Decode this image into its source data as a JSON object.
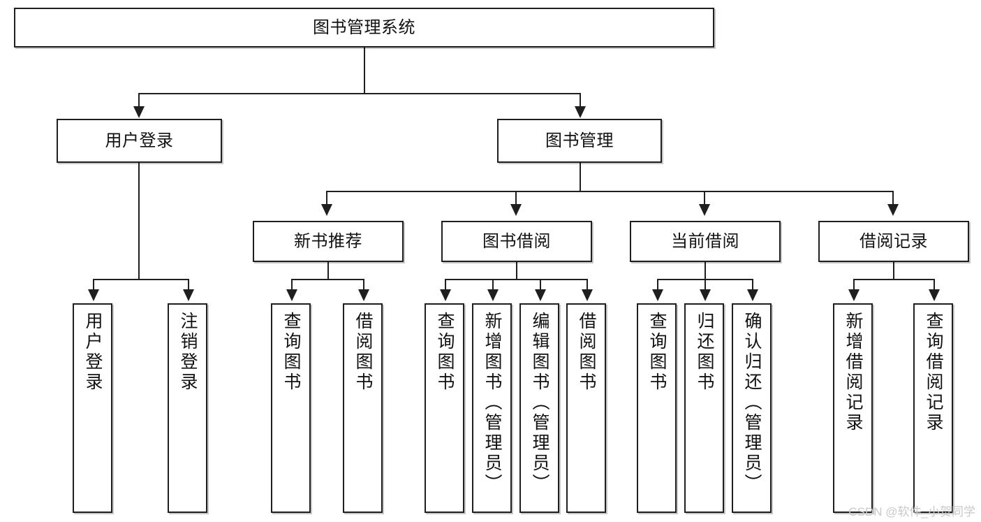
{
  "diagram": {
    "title": "图书管理系统",
    "type": "hierarchy-tree",
    "nodes": {
      "root": {
        "label": "图书管理系统"
      },
      "level2": [
        {
          "id": "user-login",
          "label": "用户登录"
        },
        {
          "id": "book-management",
          "label": "图书管理"
        }
      ],
      "level3": [
        {
          "id": "new-book-recommend",
          "label": "新书推荐"
        },
        {
          "id": "book-borrow",
          "label": "图书借阅"
        },
        {
          "id": "current-borrow",
          "label": "当前借阅"
        },
        {
          "id": "borrow-record",
          "label": "借阅记录"
        }
      ],
      "leaves": [
        {
          "id": "leaf-user-login",
          "label": "用户登录"
        },
        {
          "id": "leaf-logout-login",
          "label": "注销登录"
        },
        {
          "id": "leaf-query-book-1",
          "label": "查询图书"
        },
        {
          "id": "leaf-borrow-book-1",
          "label": "借阅图书"
        },
        {
          "id": "leaf-query-book-2",
          "label": "查询图书"
        },
        {
          "id": "leaf-add-book-admin",
          "label": "新增图书（管理员）"
        },
        {
          "id": "leaf-edit-book-admin",
          "label": "编辑图书（管理员）"
        },
        {
          "id": "leaf-borrow-book-2",
          "label": "借阅图书"
        },
        {
          "id": "leaf-query-book-3",
          "label": "查询图书"
        },
        {
          "id": "leaf-return-book",
          "label": "归还图书"
        },
        {
          "id": "leaf-confirm-return-admin",
          "label": "确认归还（管理员）"
        },
        {
          "id": "leaf-add-borrow-record",
          "label": "新增借阅记录"
        },
        {
          "id": "leaf-query-borrow-record",
          "label": "查询借阅记录"
        }
      ]
    }
  },
  "watermark": {
    "text": "CSDN @软件_小贺同学"
  },
  "colors": {
    "stroke": "#1f1f1f",
    "fill": "#ffffff",
    "watermark": "#c9c9c9"
  }
}
